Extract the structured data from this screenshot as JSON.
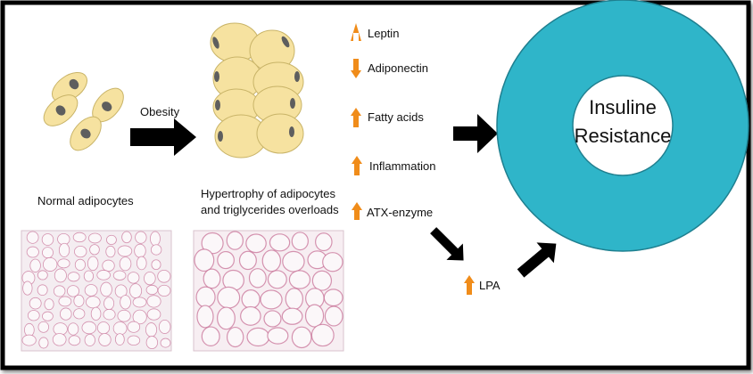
{
  "labels": {
    "obesity": "Obesity",
    "normal": "Normal adipocytes",
    "hypertrophy_line1": "Hypertrophy of adipocytes",
    "hypertrophy_line2": "and triglycerides overloads",
    "lpa": "LPA",
    "ring_line1": "Insuline",
    "ring_line2": "Resistance"
  },
  "factors": [
    {
      "label": "Leptin",
      "direction": "up"
    },
    {
      "label": "Adiponectin",
      "direction": "down"
    },
    {
      "label": "Fatty acids",
      "direction": "up"
    },
    {
      "label": "Inflammation",
      "direction": "up"
    },
    {
      "label": "ATX-enzyme",
      "direction": "up"
    }
  ],
  "lpa_direction": "up",
  "icons": {
    "factor_marker": "orange-vertical-arrow-icon",
    "flow_arrow": "black-arrow-icon",
    "ring": "donut-ring"
  },
  "colors": {
    "cell_fill": "#f6e2a0",
    "cell_stroke": "#c9b468",
    "nucleus": "#5e5e5e",
    "up_arrow": "#f08c1a",
    "ring": "#2fb5c9",
    "ring_stroke": "#1f7f8f",
    "arrow": "#000000",
    "tissue_bg": "#f4edf1",
    "tissue_membrane": "#c46a92"
  }
}
